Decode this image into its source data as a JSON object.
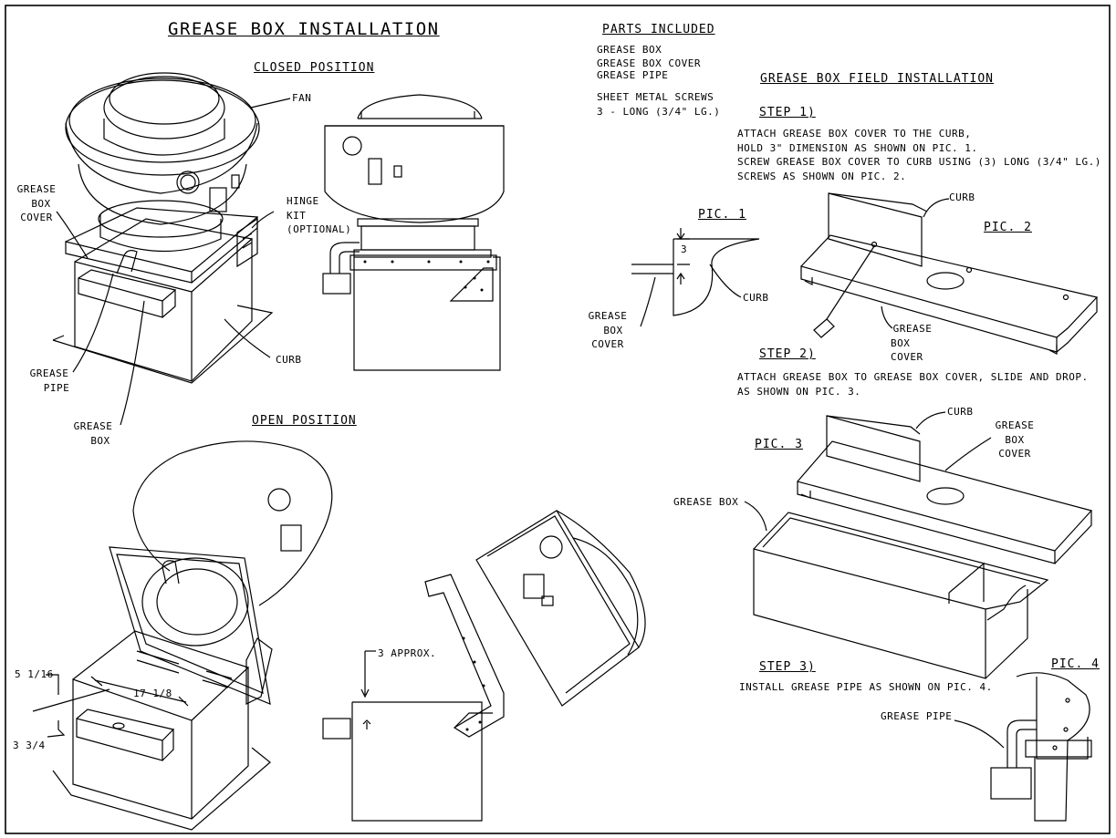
{
  "title": "GREASE BOX INSTALLATION",
  "closed_position": {
    "heading": "CLOSED POSITION",
    "labels": {
      "fan": "FAN",
      "grease_box_cover": [
        "GREASE",
        "BOX",
        "COVER"
      ],
      "hinge_kit": [
        "HINGE",
        "KIT",
        "(OPTIONAL)"
      ],
      "curb": "CURB",
      "grease_pipe": [
        "GREASE",
        "PIPE"
      ],
      "grease_box": [
        "GREASE",
        "BOX"
      ]
    }
  },
  "open_position": {
    "heading": "OPEN POSITION",
    "dimensions": {
      "d1": "5 1/16",
      "d2": "17 1/8",
      "d3": "3 3/4",
      "approx": "3 APPROX."
    }
  },
  "parts_included": {
    "heading": "PARTS INCLUDED",
    "items": [
      "GREASE BOX",
      "GREASE BOX COVER",
      "GREASE PIPE"
    ],
    "screws": [
      "SHEET METAL SCREWS",
      "3 - LONG (3/4\" LG.)"
    ]
  },
  "field_installation": {
    "heading": "GREASE BOX FIELD INSTALLATION",
    "step1": {
      "heading": "STEP 1)",
      "lines": [
        "ATTACH GREASE BOX COVER TO THE CURB,",
        "HOLD 3\" DIMENSION AS SHOWN ON PIC. 1.",
        "SCREW GREASE BOX COVER TO CURB USING (3) LONG (3/4\" LG.)",
        "SCREWS AS SHOWN ON PIC. 2."
      ]
    },
    "step2": {
      "heading": "STEP 2)",
      "lines": [
        "ATTACH GREASE BOX TO GREASE BOX COVER, SLIDE AND DROP.",
        "AS SHOWN ON PIC. 3."
      ]
    },
    "step3": {
      "heading": "STEP 3)",
      "lines": [
        "INSTALL GREASE PIPE AS SHOWN ON PIC. 4."
      ]
    }
  },
  "pic1": {
    "heading": "PIC. 1",
    "dimension": "3",
    "labels": {
      "curb": "CURB",
      "grease_box_cover": [
        "GREASE",
        "BOX",
        "COVER"
      ]
    }
  },
  "pic2": {
    "heading": "PIC. 2",
    "labels": {
      "curb": "CURB",
      "grease_box_cover": [
        "GREASE",
        "BOX",
        "COVER"
      ]
    }
  },
  "pic3": {
    "heading": "PIC. 3",
    "labels": {
      "curb": "CURB",
      "grease_box": "GREASE BOX",
      "grease_box_cover": [
        "GREASE",
        "BOX",
        "COVER"
      ]
    }
  },
  "pic4": {
    "heading": "PIC. 4",
    "labels": {
      "grease_pipe": "GREASE PIPE"
    }
  }
}
